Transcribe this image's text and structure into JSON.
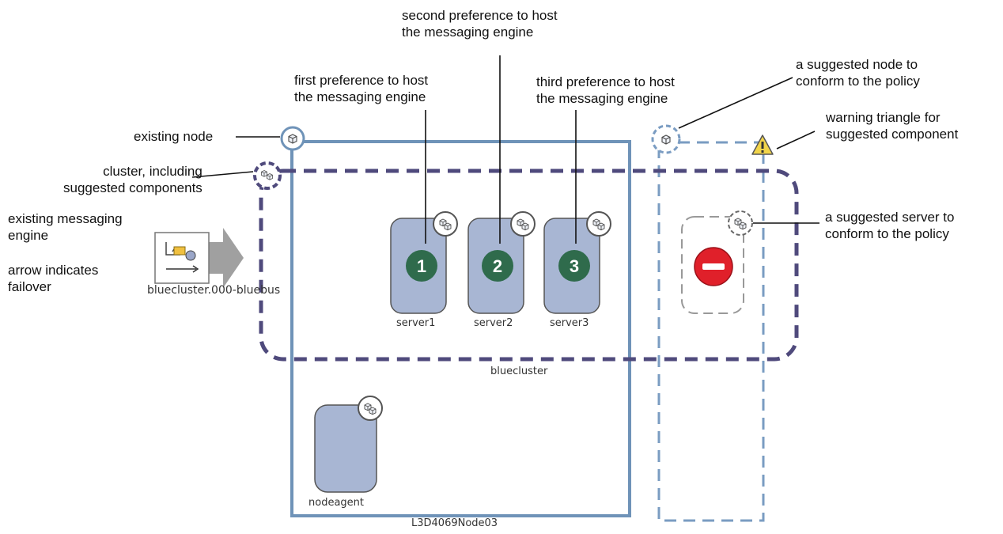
{
  "callouts": {
    "existing_node": "existing node",
    "cluster": [
      "cluster, including",
      "suggested components"
    ],
    "messaging_engine": [
      "existing messaging",
      "engine"
    ],
    "arrow": [
      "arrow indicates",
      "failover"
    ],
    "first_pref": [
      "first preference to host",
      "the messaging engine"
    ],
    "second_pref": [
      "second preference to host",
      "the messaging engine"
    ],
    "third_pref": [
      "third preference to host",
      "the messaging engine"
    ],
    "suggested_node": [
      "a suggested node to",
      "conform to the policy"
    ],
    "warning": [
      "warning triangle for",
      "suggested component"
    ],
    "suggested_server": [
      "a suggested server to",
      "conform to the policy"
    ]
  },
  "diagram": {
    "engine_label": "bluecluster.000-bluebus",
    "cluster_label": "bluecluster",
    "node_label": "L3D4069Node03",
    "servers": [
      {
        "name": "server1",
        "badge": "1"
      },
      {
        "name": "server2",
        "badge": "2"
      },
      {
        "name": "server3",
        "badge": "3"
      }
    ],
    "nodeagent_label": "nodeagent"
  },
  "colors": {
    "node_border": "#6f93b8",
    "cluster_border": "#4f4a7c",
    "server_fill": "#a8b6d3",
    "badge_green": "#2f6b4c",
    "stop_red": "#e0202a",
    "arrow_gray": "#a0a0a0",
    "warning_yellow": "#f1d44a"
  },
  "icons": [
    "node-icon",
    "cluster-icon",
    "server-icon",
    "warning-icon",
    "stop-icon",
    "messaging-engine-icon",
    "failover-arrow-icon"
  ]
}
